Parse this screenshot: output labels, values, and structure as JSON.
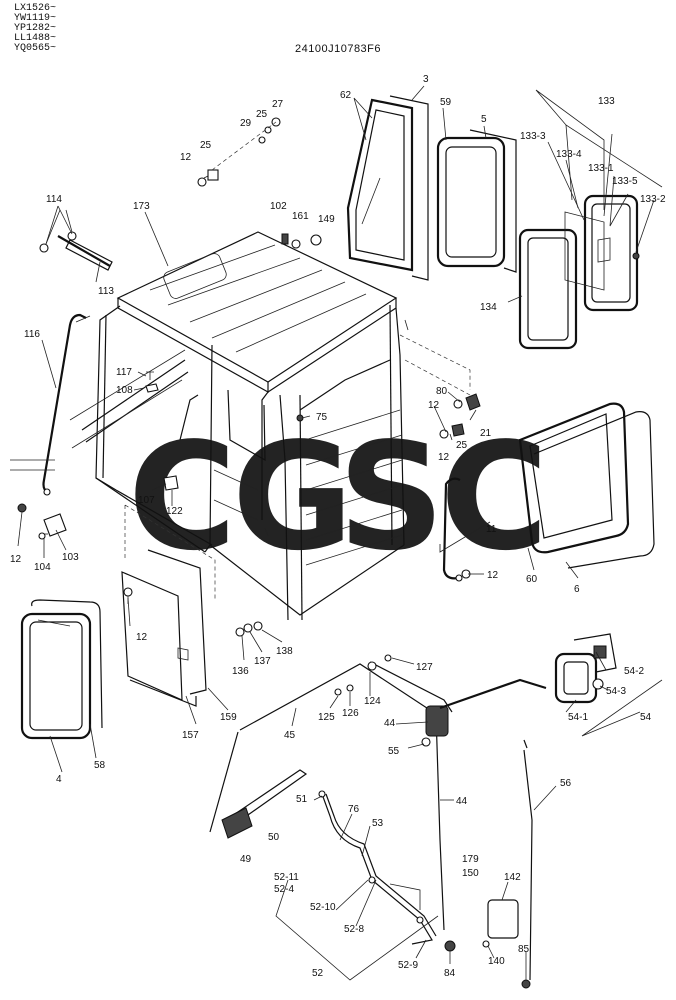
{
  "serials": [
    "LX1526~",
    "YW1119~",
    "YP1282~",
    "LL1488~",
    "YQ0565~"
  ],
  "drawing_code": "24100J10783F6",
  "watermark": {
    "letters": [
      "C",
      "G",
      "S",
      "C"
    ],
    "colors": [
      "#4a8df0",
      "#ef6f62",
      "#f8c93a",
      "#3fb27a"
    ]
  },
  "labels": {
    "p3": "3",
    "p62": "62",
    "p59": "59",
    "p5": "5",
    "p133": "133",
    "p133_3": "133-3",
    "p133_4": "133-4",
    "p133_1": "133-1",
    "p133_5": "133-5",
    "p133_2": "133-2",
    "p134": "134",
    "p27": "27",
    "p25a": "25",
    "p29": "29",
    "p25b": "25",
    "p12a": "12",
    "p102": "102",
    "p161": "161",
    "p149": "149",
    "p114": "114",
    "p173": "173",
    "p113": "113",
    "p116": "116",
    "p117": "117",
    "p108": "108",
    "p75": "75",
    "p80": "80",
    "p12b": "12",
    "p21": "21",
    "p25c": "25",
    "p12c": "12",
    "p107": "107",
    "p122": "122",
    "p12d": "12",
    "p104": "104",
    "p103": "103",
    "p11": "11",
    "p12e": "12",
    "p60": "60",
    "p6": "6",
    "p12f": "12",
    "p136": "136",
    "p137": "137",
    "p138": "138",
    "p127": "127",
    "p124": "124",
    "p125": "125",
    "p126": "126",
    "p44a": "44",
    "p54_2": "54-2",
    "p54_3": "54-3",
    "p54_1": "54-1",
    "p54": "54",
    "p55": "55",
    "p4": "4",
    "p58": "58",
    "p157": "157",
    "p159": "159",
    "p45": "45",
    "p56": "56",
    "p44b": "44",
    "p51": "51",
    "p76": "76",
    "p53": "53",
    "p50": "50",
    "p49": "49",
    "p52_11": "52-11",
    "p52_4": "52-4",
    "p52_10": "52-10",
    "p52_8": "52-8",
    "p52_9": "52-9",
    "p52": "52",
    "p179": "179",
    "p150": "150",
    "p142": "142",
    "p140": "140",
    "p84": "84",
    "p85": "85"
  }
}
